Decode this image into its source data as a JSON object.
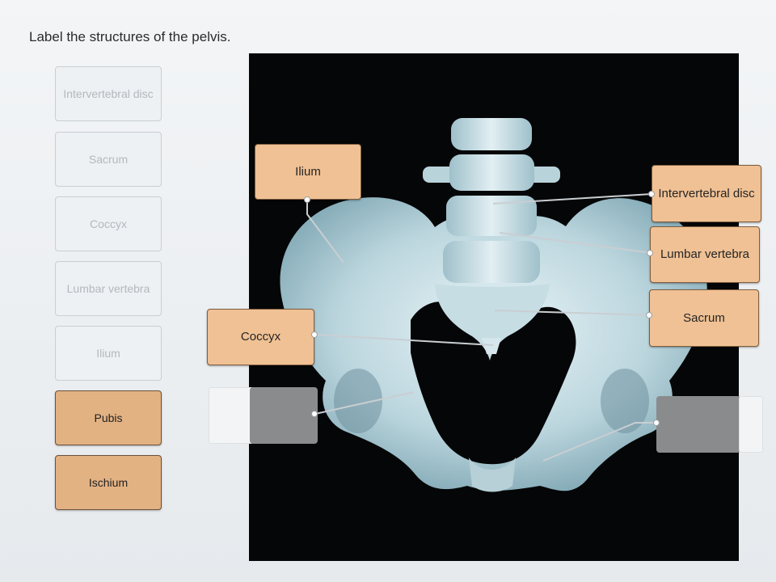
{
  "instruction": "Label the structures of the pelvis.",
  "bank": {
    "items": [
      {
        "label": "Intervertebral disc",
        "state": "used"
      },
      {
        "label": "Sacrum",
        "state": "used"
      },
      {
        "label": "Coccyx",
        "state": "used"
      },
      {
        "label": "Lumbar vertebra",
        "state": "used"
      },
      {
        "label": "Ilium",
        "state": "used"
      },
      {
        "label": "Pubis",
        "state": "available"
      },
      {
        "label": "Ischium",
        "state": "available"
      }
    ]
  },
  "placed_labels": {
    "ilium": "Ilium",
    "intervertebral_disc": "Intervertebral disc",
    "lumbar_vertebra": "Lumbar vertebra",
    "sacrum": "Sacrum",
    "coccyx": "Coccyx"
  },
  "colors": {
    "label_fill": "#f0c194",
    "label_border": "#7d5d3f",
    "empty_target": "#8a8b8d",
    "image_background": "#050607",
    "bone": "#c9dfe6"
  }
}
